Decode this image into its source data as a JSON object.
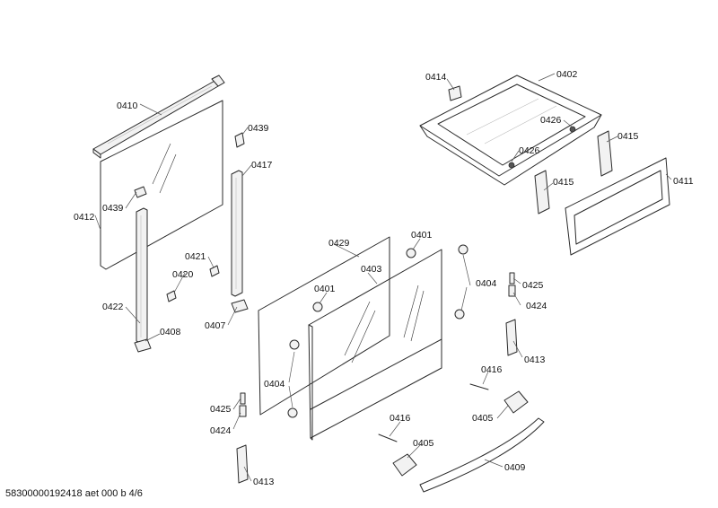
{
  "footer": {
    "doc_ref": "58300000192418 aet 000 b 4/6"
  },
  "labels": [
    {
      "id": "0410",
      "text": "0410"
    },
    {
      "id": "0412",
      "text": "0412"
    },
    {
      "id": "0439a",
      "text": "0439"
    },
    {
      "id": "0439b",
      "text": "0439"
    },
    {
      "id": "0417",
      "text": "0417"
    },
    {
      "id": "0421",
      "text": "0421"
    },
    {
      "id": "0420",
      "text": "0420"
    },
    {
      "id": "0422",
      "text": "0422"
    },
    {
      "id": "0408",
      "text": "0408"
    },
    {
      "id": "0407",
      "text": "0407"
    },
    {
      "id": "0414",
      "text": "0414"
    },
    {
      "id": "0402",
      "text": "0402"
    },
    {
      "id": "0426a",
      "text": "0426"
    },
    {
      "id": "0426b",
      "text": "0426"
    },
    {
      "id": "0415a",
      "text": "0415"
    },
    {
      "id": "0415b",
      "text": "0415"
    },
    {
      "id": "0411",
      "text": "0411"
    },
    {
      "id": "0429",
      "text": "0429"
    },
    {
      "id": "0401a",
      "text": "0401"
    },
    {
      "id": "0401b",
      "text": "0401"
    },
    {
      "id": "0403",
      "text": "0403"
    },
    {
      "id": "0404a",
      "text": "0404"
    },
    {
      "id": "0404b",
      "text": "0404"
    },
    {
      "id": "0425a",
      "text": "0425"
    },
    {
      "id": "0424a",
      "text": "0424"
    },
    {
      "id": "0413a",
      "text": "0413"
    },
    {
      "id": "0425b",
      "text": "0425"
    },
    {
      "id": "0424b",
      "text": "0424"
    },
    {
      "id": "0413b",
      "text": "0413"
    },
    {
      "id": "0416a",
      "text": "0416"
    },
    {
      "id": "0416b",
      "text": "0416"
    },
    {
      "id": "0405a",
      "text": "0405"
    },
    {
      "id": "0405b",
      "text": "0405"
    },
    {
      "id": "0409",
      "text": "0409"
    }
  ]
}
